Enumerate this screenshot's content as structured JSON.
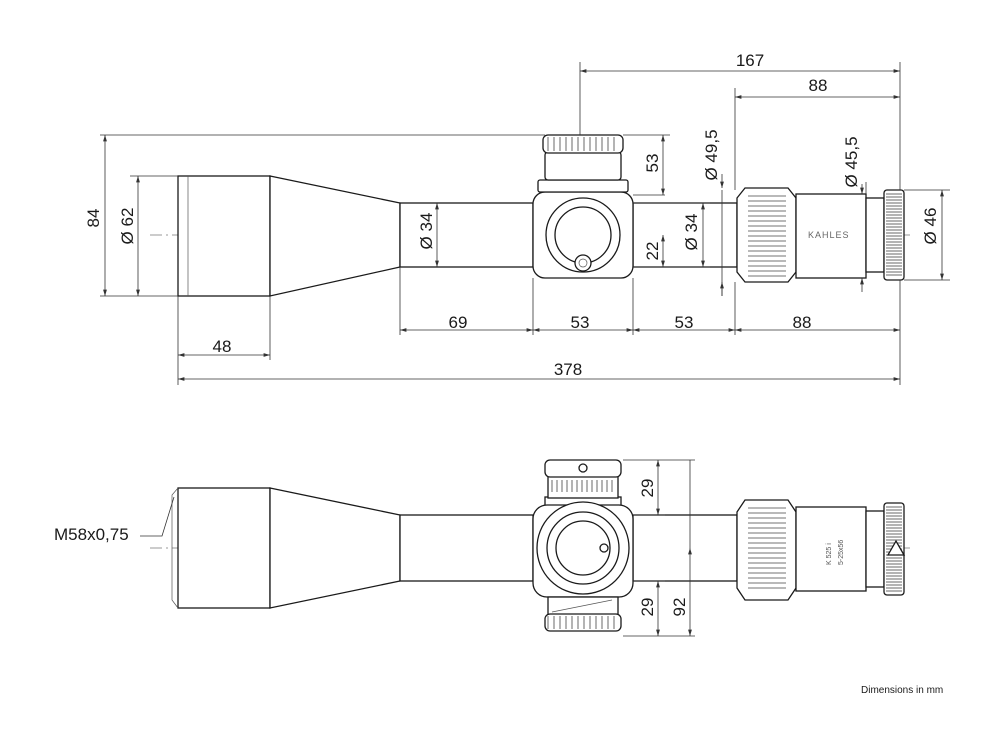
{
  "dimensions": {
    "top_167": "167",
    "top_88": "88",
    "tube_dia_49_5": "49,5",
    "tube_dia_45_5": "45,5",
    "height_84": "84",
    "obj_dia_62": "62",
    "tube_dia_34_left": "34",
    "turret_height_53": "53",
    "turret_offset_22": "22",
    "tube_dia_34_right": "34",
    "eyepiece_dia_46": "46",
    "seg_69": "69",
    "seg_53_a": "53",
    "seg_53_b": "53",
    "seg_88": "88",
    "obj_len_48": "48",
    "total_378": "378",
    "side_29_top": "29",
    "side_29_bottom": "29",
    "side_92": "92",
    "thread": "M58x0,75"
  },
  "diameter_symbol": "Ø",
  "markings": {
    "brand": "KAHLES",
    "model": "K 525 i",
    "spec": "5-25x56"
  },
  "footer": {
    "note": "Dimensions in mm"
  }
}
